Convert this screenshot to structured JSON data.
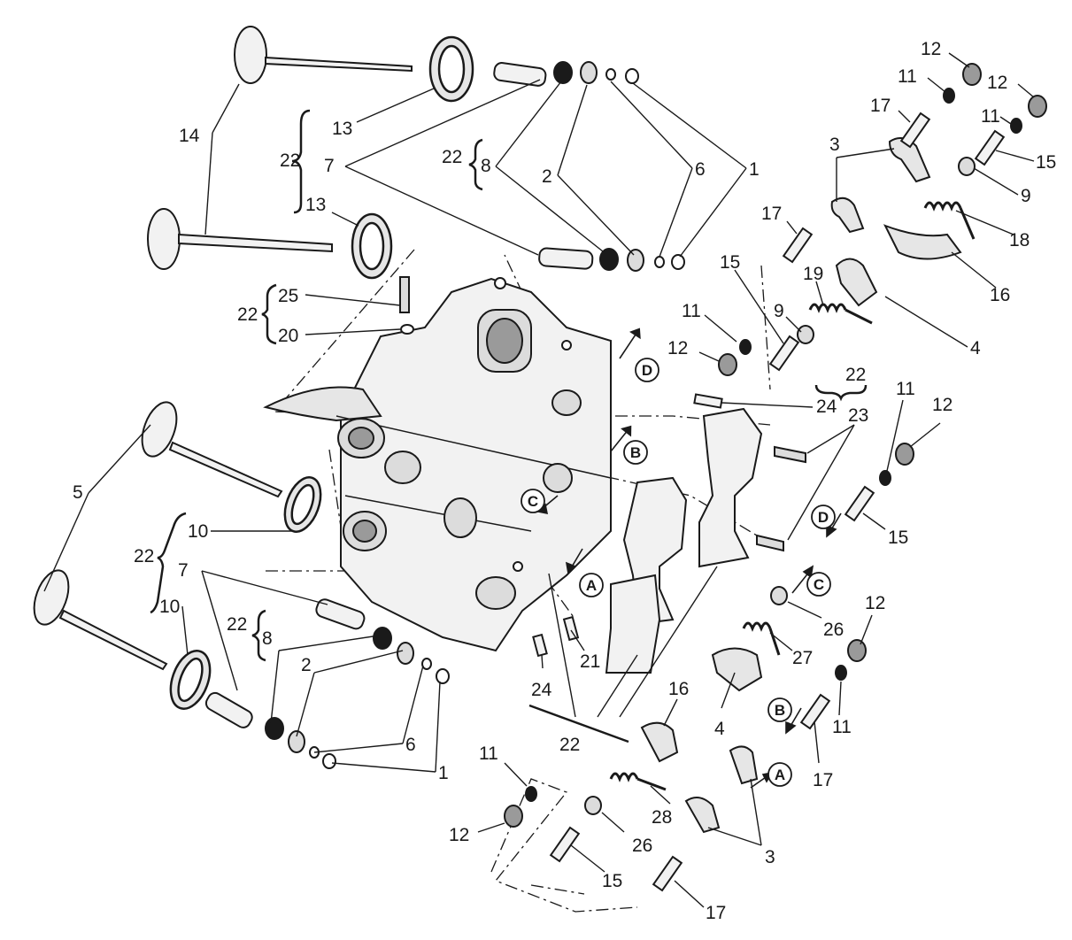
{
  "diagram": {
    "colors": {
      "ink": "#1a1a1a",
      "part_fill": "#f2f2f2",
      "part_shade": "#9a9a9a",
      "background": "#ffffff"
    },
    "part_labels": [
      "1",
      "2",
      "3",
      "4",
      "5",
      "6",
      "7",
      "8",
      "9",
      "10",
      "11",
      "12",
      "13",
      "14",
      "15",
      "16",
      "17",
      "18",
      "19",
      "20",
      "21",
      "22",
      "23",
      "24",
      "25",
      "26",
      "27",
      "28"
    ],
    "callout_letters": [
      "A",
      "B",
      "C",
      "D"
    ]
  }
}
